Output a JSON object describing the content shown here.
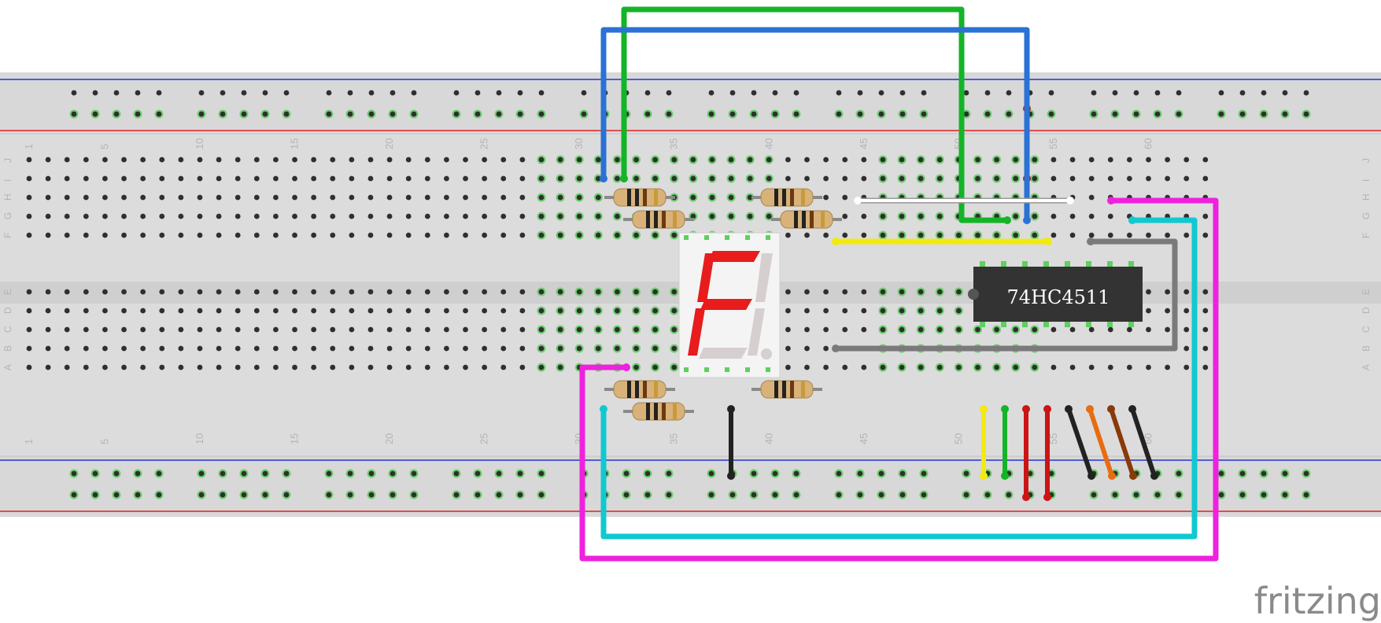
{
  "breadboard": {
    "columns": 63,
    "column_number_labels": [
      "1",
      "5",
      "10",
      "15",
      "20",
      "25",
      "30",
      "35",
      "40",
      "45",
      "50",
      "55",
      "60"
    ],
    "top_row_letters": [
      "J",
      "I",
      "H",
      "G",
      "F"
    ],
    "bottom_row_letters": [
      "E",
      "D",
      "C",
      "B",
      "A"
    ],
    "colors": {
      "body": "#dcdcdc",
      "hole": "#2f2f2f",
      "hole_active": "#6fcf6f",
      "rail_red": "#e02020",
      "rail_blue": "#2035d0",
      "divider": "#cfcfcf"
    }
  },
  "chip": {
    "label": "74HC4511",
    "color": "#333333"
  },
  "display": {
    "lit_color": "#e81c1c",
    "dim_color": "#d6cfcf"
  },
  "logo": {
    "text": "fritzing"
  },
  "wire_colors": {
    "green": "#14b428",
    "blue": "#2a72d4",
    "cyan": "#12c8d0",
    "magenta": "#ee22dd",
    "grey": "#7a7a7a",
    "white": "#ffffff",
    "yellow": "#f2ea10",
    "red": "#cc1414",
    "black": "#222222",
    "orange": "#e86c10",
    "brown": "#8a3a08"
  }
}
